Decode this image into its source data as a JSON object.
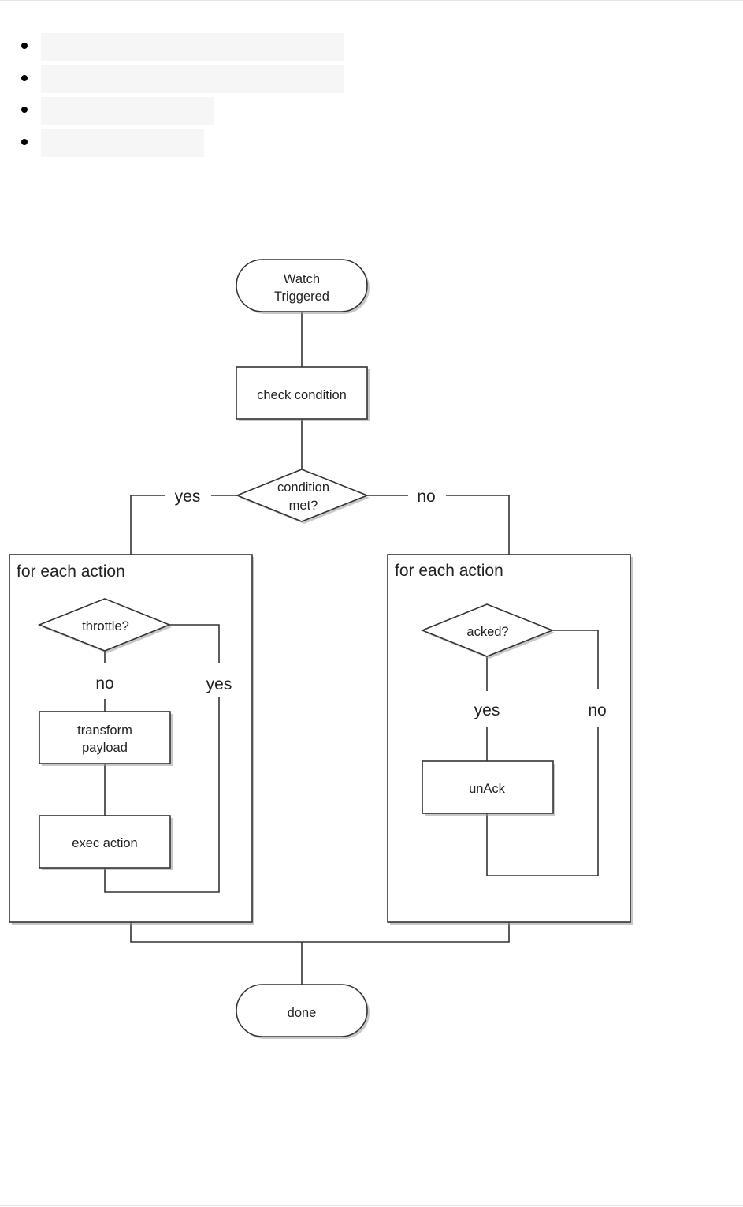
{
  "bullets": [
    {
      "text": ""
    },
    {
      "text": ""
    },
    {
      "text": ""
    },
    {
      "text": ""
    }
  ],
  "flowchart": {
    "start": {
      "line1": "Watch",
      "line2": "Triggered"
    },
    "check_condition": "check condition",
    "condition_met": {
      "line1": "condition",
      "line2": "met?"
    },
    "branch_yes": "yes",
    "branch_no": "no",
    "left_group": {
      "title": "for each action",
      "throttle": "throttle?",
      "throttle_no": "no",
      "throttle_yes": "yes",
      "transform": {
        "line1": "transform",
        "line2": "payload"
      },
      "exec_action": "exec action"
    },
    "right_group": {
      "title": "for each action",
      "acked": "acked?",
      "acked_yes": "yes",
      "acked_no": "no",
      "unack": "unAck"
    },
    "end": "done"
  }
}
